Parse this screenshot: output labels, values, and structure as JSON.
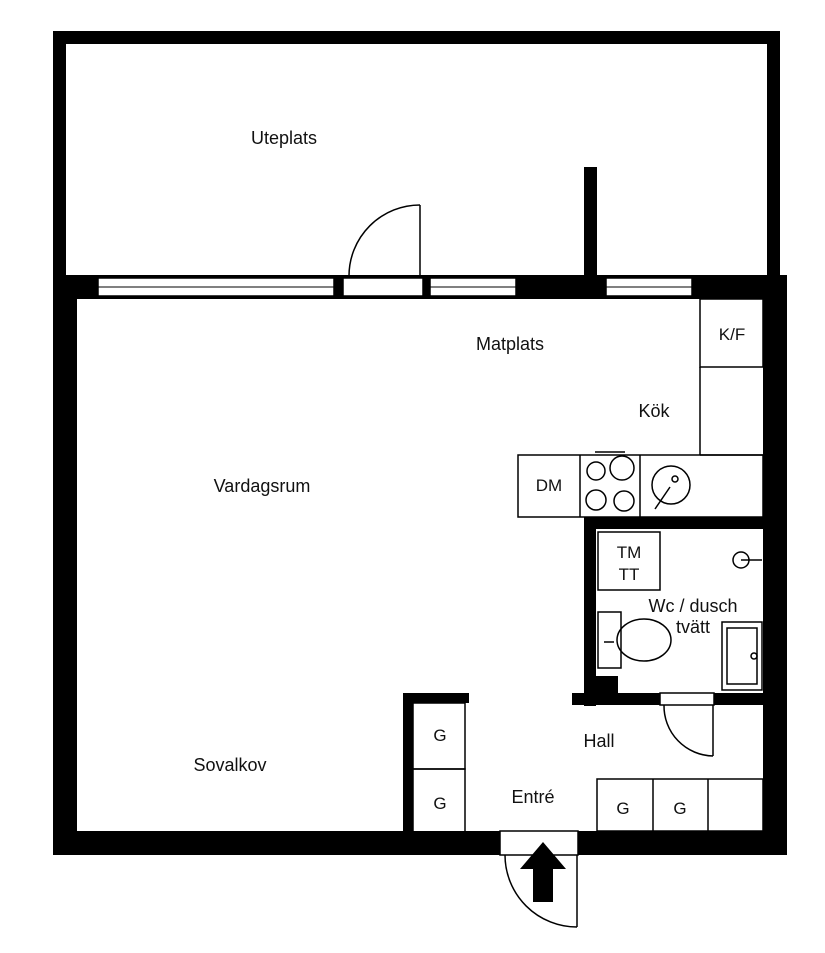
{
  "rooms": {
    "uteplats": "Uteplats",
    "matplats": "Matplats",
    "kok": "Kök",
    "vardagsrum": "Vardagsrum",
    "sovalkov": "Sovalkov",
    "wc_line1": "Wc / dusch",
    "wc_line2": "tvätt",
    "hall": "Hall",
    "entre": "Entré"
  },
  "fixtures": {
    "kf": "K/F",
    "dm": "DM",
    "tm": "TM",
    "tt": "TT",
    "garderob": "G"
  },
  "colors": {
    "wall": "#000000",
    "background": "#ffffff"
  }
}
